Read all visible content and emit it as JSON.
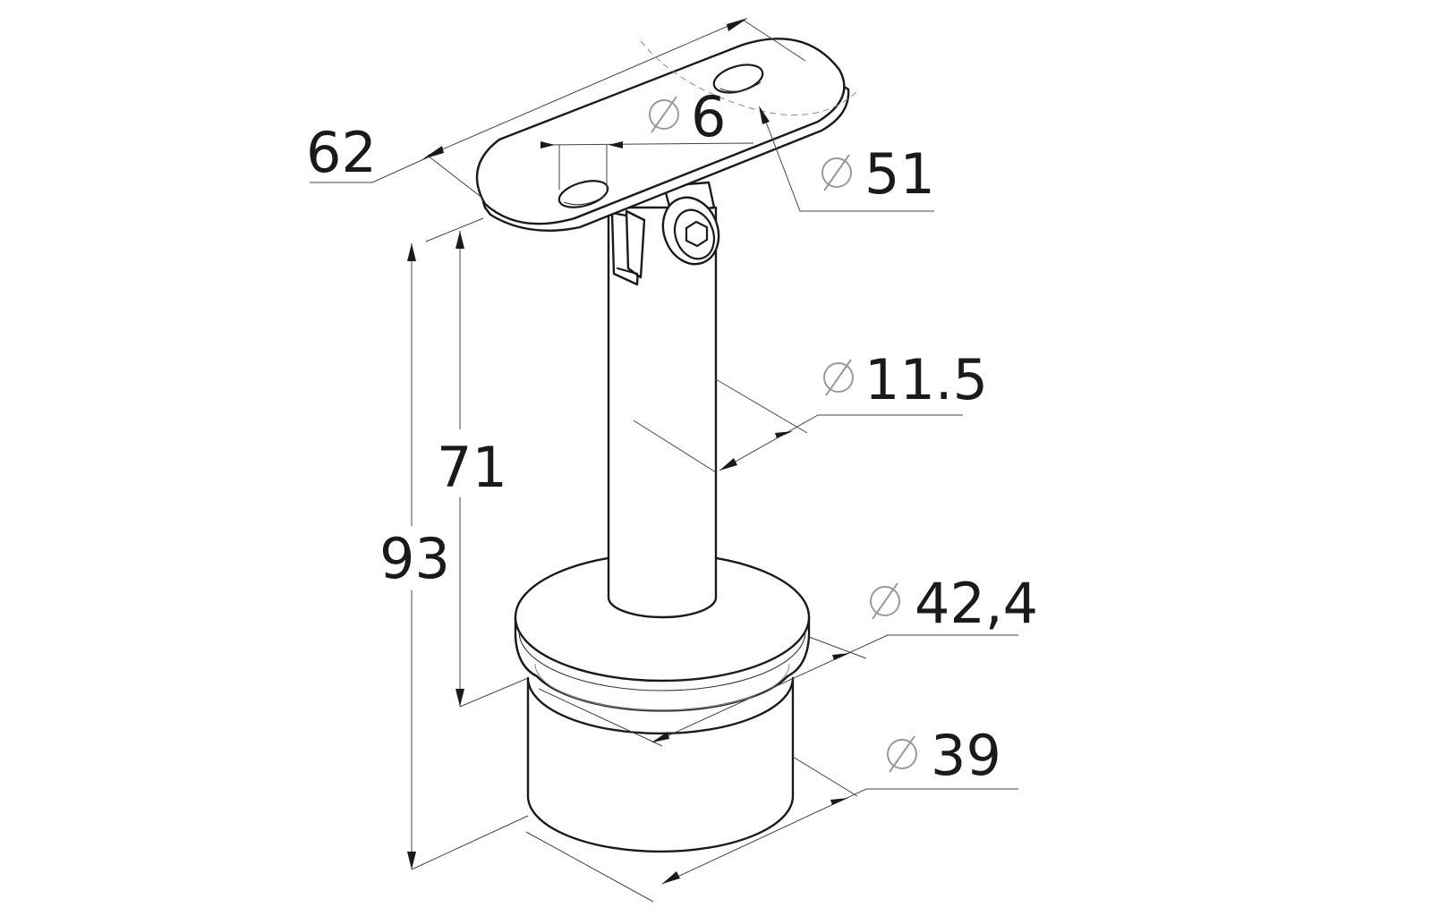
{
  "drawing": {
    "dimensions": {
      "length_62": "62",
      "hole_6": "6",
      "radius_51": "51",
      "tube_11_5": "11.5",
      "height_71": "71",
      "height_93": "93",
      "cap_42_4": "42,4",
      "spigot_39": "39"
    },
    "symbols": {
      "diameter_icon": "diameter-symbol"
    },
    "colors": {
      "line": "#1a1a1a",
      "background": "#ffffff"
    }
  }
}
